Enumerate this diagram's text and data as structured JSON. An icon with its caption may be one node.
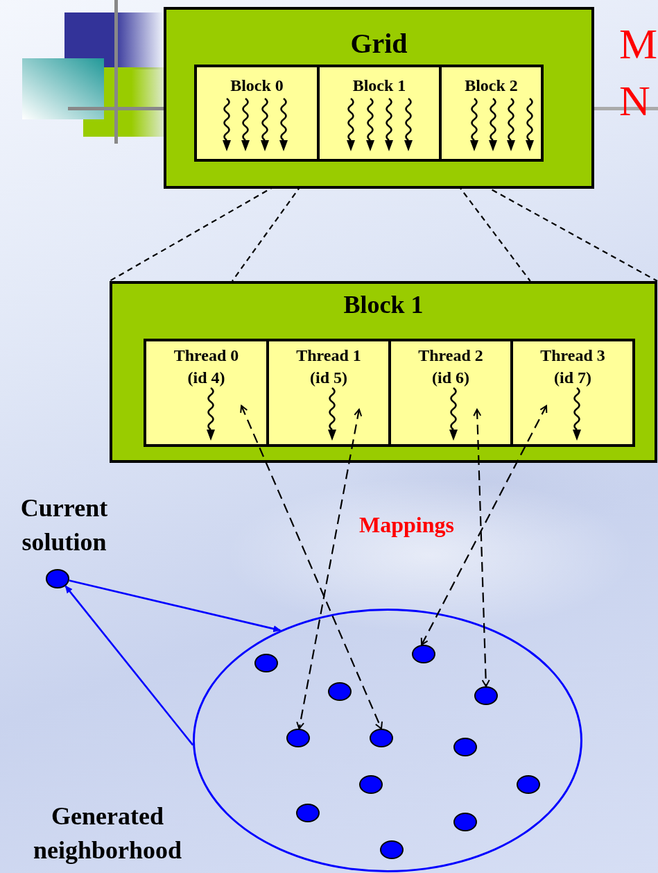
{
  "diagram": {
    "nodes": [
      {
        "text": [
          "Grid"
        ]
      },
      {
        "text": [
          "Block 0"
        ],
        "in": 0
      },
      {
        "text": [
          "Block 1"
        ],
        "in": 0
      },
      {
        "text": [
          "Block 2"
        ],
        "in": 0
      },
      {
        "text": [
          "Block 1"
        ]
      },
      {
        "text": [
          "Thread 0 (id 4)"
        ],
        "in": 4
      },
      {
        "text": [
          "Thread 1 (id 5)"
        ],
        "in": 4
      },
      {
        "text": [
          "Thread 2 (id 6)"
        ],
        "in": 4
      },
      {
        "text": [
          "Thread 3 (id 7)"
        ],
        "in": 4
      },
      {
        "text": [],
        "shape": "circle",
        "beside": [
          "Current solution"
        ]
      },
      {
        "text": [],
        "shape": "ellipse",
        "beside": [
          "Generated neighborhood"
        ]
      },
      {
        "text": [],
        "shape": "circle",
        "in": 10
      },
      {
        "text": [],
        "shape": "circle",
        "in": 10
      },
      {
        "text": [],
        "shape": "circle",
        "in": 10
      },
      {
        "text": [],
        "shape": "circle",
        "in": 10
      },
      {
        "text": [],
        "shape": "circle",
        "in": 10
      },
      {
        "text": [],
        "shape": "circle",
        "in": 10
      },
      {
        "text": [],
        "shape": "circle",
        "in": 10
      },
      {
        "text": [],
        "shape": "circle",
        "in": 10
      },
      {
        "text": [],
        "shape": "circle",
        "in": 10
      },
      {
        "text": [],
        "shape": "circle",
        "in": 10
      },
      {
        "text": [],
        "shape": "circle",
        "in": 10
      },
      {
        "text": [],
        "shape": "circle",
        "in": 10
      }
    ],
    "edges": [
      {
        "from": 2,
        "to": 4,
        "arrow": "none",
        "style": "dashed"
      },
      {
        "from": 2,
        "to": 4,
        "arrow": "none",
        "style": "dashed"
      },
      {
        "from": 2,
        "to": 4,
        "arrow": "none",
        "style": "dashed"
      },
      {
        "from": 2,
        "to": 4,
        "arrow": "none",
        "style": "dashed"
      },
      {
        "from": 5,
        "to": 16,
        "arrow": "both",
        "style": "dashed"
      },
      {
        "from": 6,
        "to": 15,
        "arrow": "both",
        "style": "dashed"
      },
      {
        "from": 7,
        "to": 14,
        "arrow": "both",
        "style": "dashed"
      },
      {
        "from": 8,
        "to": 11,
        "arrow": "both",
        "style": "dashed"
      },
      {
        "from": 9,
        "to": 10,
        "arrow": "to",
        "color": "#0000ff"
      },
      {
        "from": 10,
        "to": 9,
        "arrow": "to",
        "color": "#0000ff"
      }
    ],
    "labels": [
      "M",
      "N",
      "Mappings"
    ]
  }
}
